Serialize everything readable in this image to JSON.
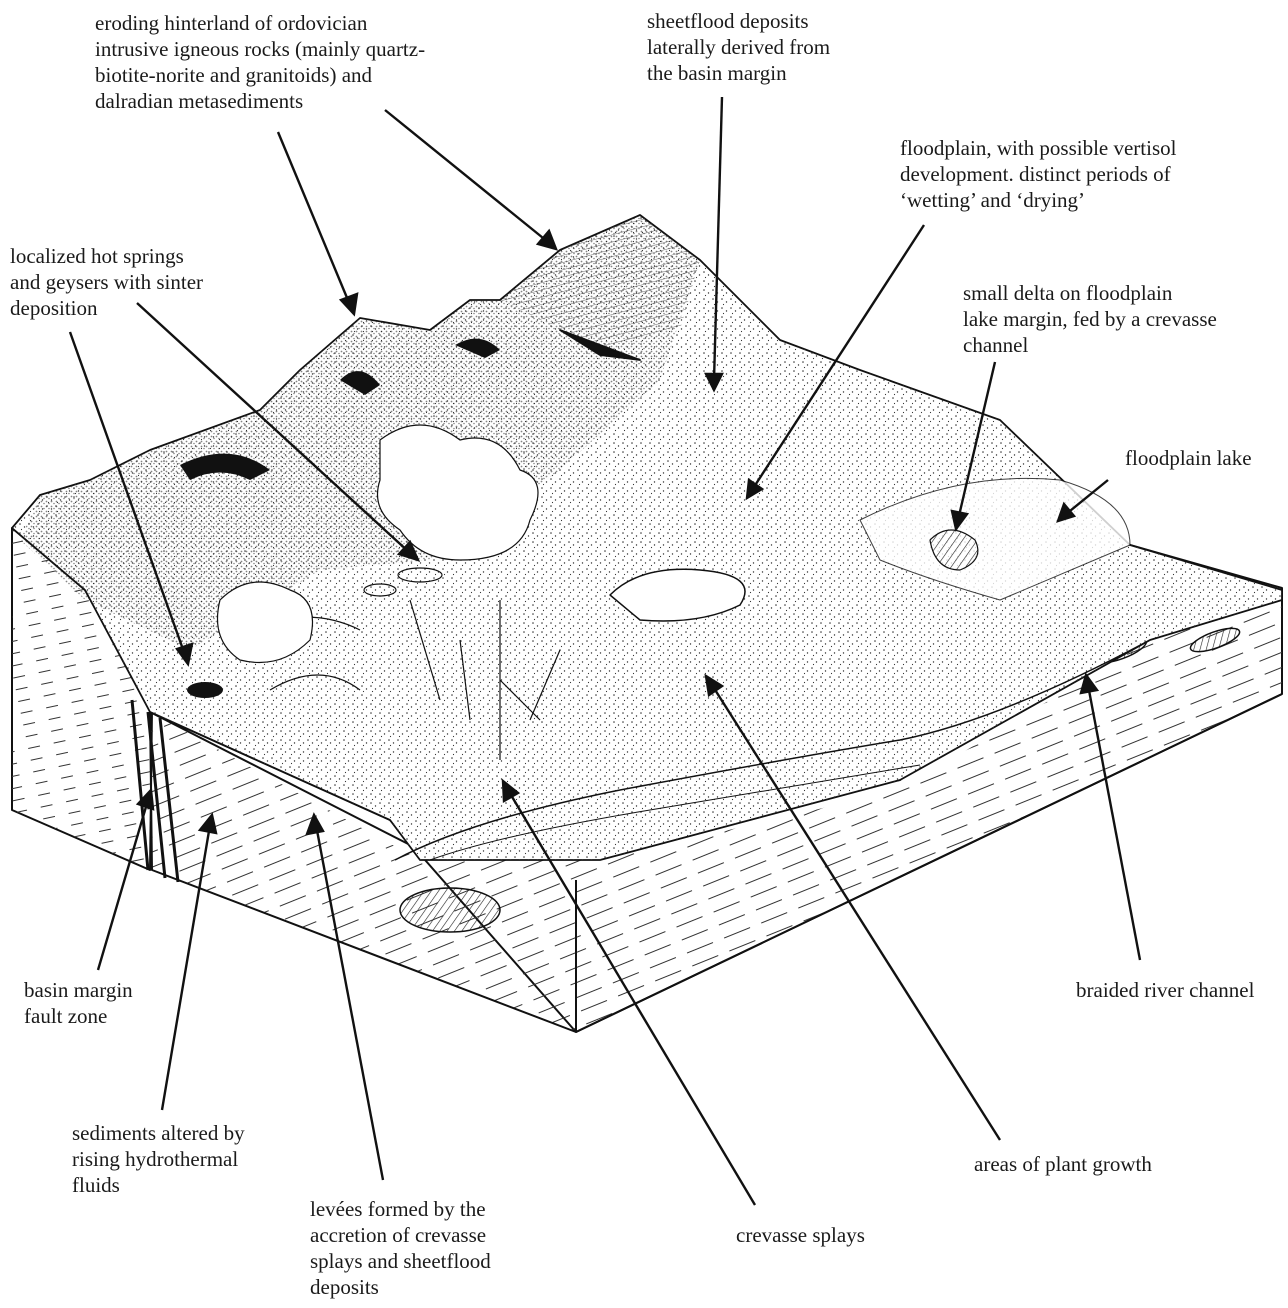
{
  "labels": {
    "hinterland": [
      "eroding hinterland of ordovician",
      "intrusive igneous rocks (mainly quartz-",
      "biotite-norite and granitoids) and",
      "dalradian metasediments"
    ],
    "sheetflood": [
      "sheetflood deposits",
      "laterally derived from",
      "the basin margin"
    ],
    "floodplain": [
      "floodplain, with possible vertisol",
      "development. distinct periods of",
      "‘wetting’ and ‘drying’"
    ],
    "hot_springs": [
      "localized hot springs",
      "and geysers with sinter",
      "deposition"
    ],
    "small_delta": [
      "small delta on floodplain",
      "lake margin, fed by a crevasse",
      "channel"
    ],
    "floodplain_lake": [
      "floodplain lake"
    ],
    "basin_margin": [
      "basin margin",
      "fault zone"
    ],
    "braided_river": [
      "braided river channel"
    ],
    "sediments_altered": [
      "sediments altered by",
      "rising hydrothermal",
      "fluids"
    ],
    "plant_growth": [
      "areas of plant growth"
    ],
    "levees": [
      "levées formed by the",
      "accretion of crevasse",
      "splays and sheetflood",
      "deposits"
    ],
    "crevasse_splays": [
      "crevasse splays"
    ]
  }
}
